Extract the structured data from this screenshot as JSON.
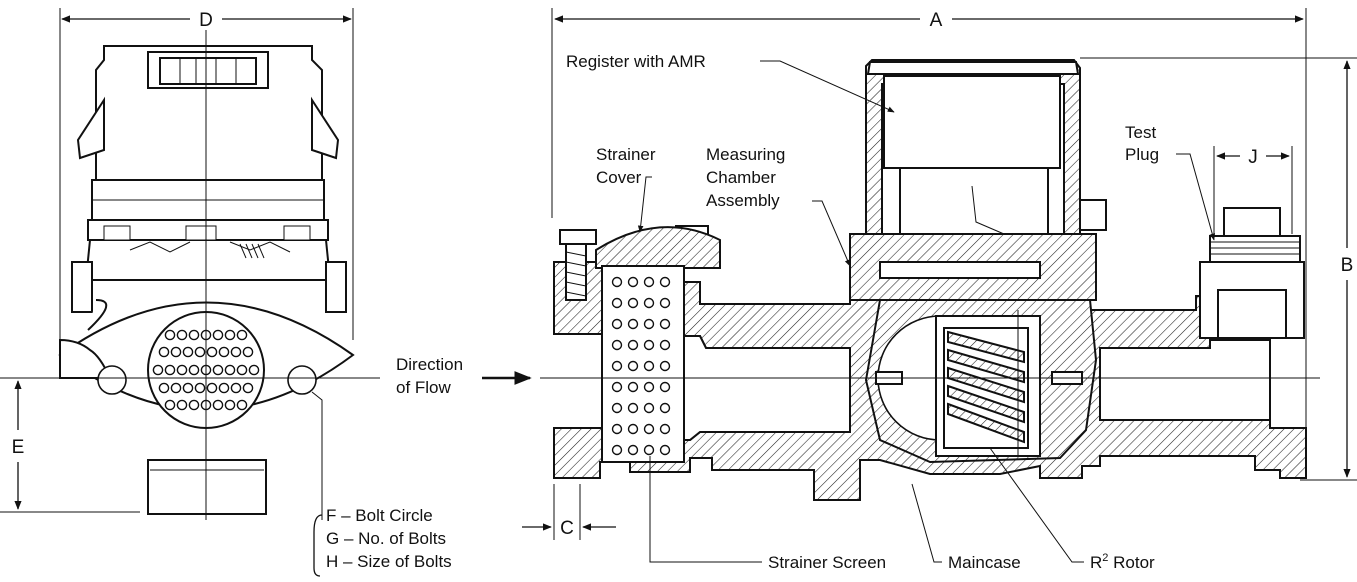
{
  "dimensions": {
    "a": "A",
    "b": "B",
    "c": "C",
    "d": "D",
    "e": "E",
    "j": "J"
  },
  "labels": {
    "register": "Register with AMR",
    "strainer_cover": [
      "Strainer",
      "Cover"
    ],
    "measuring_chamber": [
      "Measuring",
      "Chamber",
      "Assembly"
    ],
    "test_plug": [
      "Test",
      "Plug"
    ],
    "direction_flow": [
      "Direction",
      "of Flow"
    ],
    "bolts": [
      "F – Bolt Circle",
      "G – No. of Bolts",
      "H – Size of Bolts"
    ],
    "strainer_screen": "Strainer Screen",
    "maincase": "Maincase",
    "rotor_prefix": "R",
    "rotor_sup": "2",
    "rotor_suffix": " Rotor"
  }
}
